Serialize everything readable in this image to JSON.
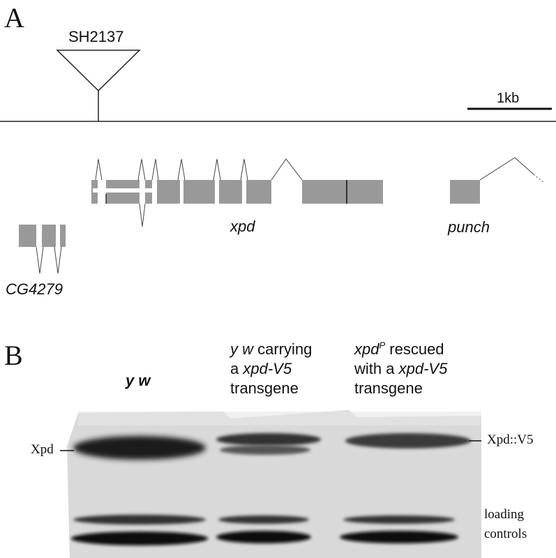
{
  "panel_a": {
    "letter": "A",
    "insertion_label": "SH2137",
    "scale_label": "1kb",
    "genes": {
      "xpd": "xpd",
      "punch": "punch",
      "cg4279": "CG4279"
    }
  },
  "panel_b": {
    "letter": "B",
    "lanes": {
      "lane1": {
        "text": "y w"
      },
      "lane2": {
        "line1_ital": "y w",
        "line1_rest": " carrying",
        "line2_pre": "a ",
        "line2_ital": "xpd-V5",
        "line3": "transgene"
      },
      "lane3": {
        "line1_ital": "xpd",
        "line1_sup": "P",
        "line1_rest": " rescued",
        "line2_pre": "with a ",
        "line2_ital": "xpd-V5",
        "line3": "transgene"
      }
    },
    "side_labels": {
      "left": "Xpd",
      "right": "Xpd::V5",
      "loading_line1": "loading",
      "loading_line2": "controls"
    }
  },
  "colors": {
    "exon_fill": "#999999",
    "line": "#222222",
    "blot_bg": "#d8d8d8"
  }
}
